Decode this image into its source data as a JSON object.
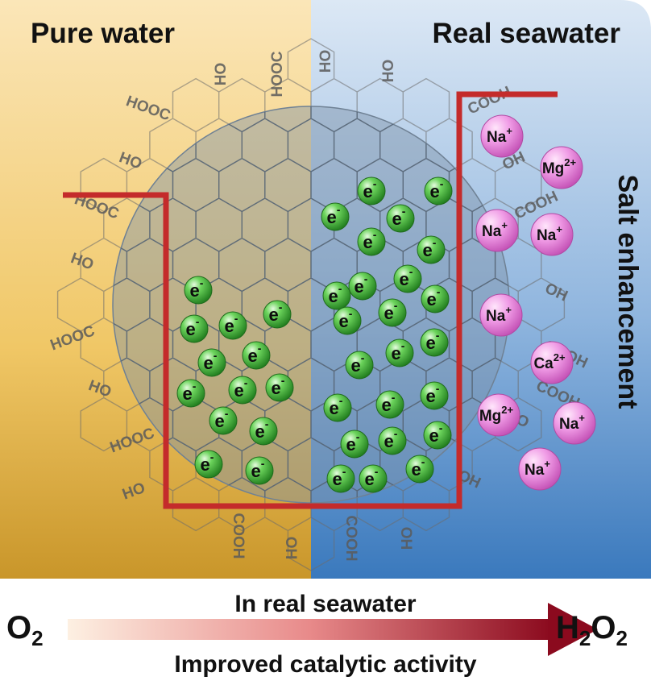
{
  "left_panel": {
    "title": "Pure water",
    "color_top": "#fbe3b0",
    "color_bottom": "#d19e2e"
  },
  "right_panel": {
    "title": "Real seawater",
    "color_top": "#d6e4f3",
    "color_bottom": "#3f7ec0"
  },
  "side_label": "Salt enhancement",
  "electron_label": "e",
  "electron_sup": "-",
  "functional_groups": [
    "HOOC",
    "HO",
    "HOOC",
    "HO",
    "HOOC",
    "HO",
    "HO",
    "HOOC",
    "HO",
    "HO",
    "HOOC",
    "HO",
    "COOH",
    "OH",
    "COOH",
    "OH",
    "COOH",
    "OH",
    "COOH",
    "OH",
    "COOH",
    "COOH",
    "HO",
    "OH"
  ],
  "ions": [
    {
      "base": "Na",
      "sup": "+"
    },
    {
      "base": "Mg",
      "sup": "2+"
    },
    {
      "base": "Na",
      "sup": "+"
    },
    {
      "base": "Na",
      "sup": "+"
    },
    {
      "base": "Na",
      "sup": "+"
    },
    {
      "base": "Ca",
      "sup": "2+"
    },
    {
      "base": "Mg",
      "sup": "2+"
    },
    {
      "base": "Na",
      "sup": "+"
    },
    {
      "base": "Na",
      "sup": "+"
    }
  ],
  "bottom": {
    "top_caption": "In real seawater",
    "bottom_caption": "Improved catalytic activity",
    "reactant": {
      "base": "O",
      "sub": "2"
    },
    "product": {
      "base": "H",
      "sub1": "2",
      "mid": "O",
      "sub2": "2"
    },
    "arrow_color_start": "#fbeee0",
    "arrow_color_end": "#8b0a1e"
  },
  "colors": {
    "profile_line": "#c42b2b",
    "electron": "#3aa634",
    "ion": "#e57fd8",
    "sphere": "#8a9db0"
  }
}
